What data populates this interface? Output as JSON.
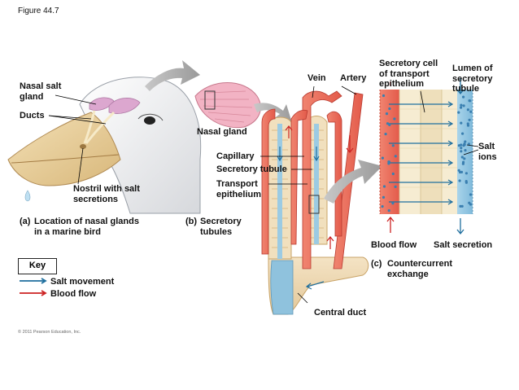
{
  "figure_label": "Figure 44.7",
  "panel_a": {
    "letter": "(a)",
    "title": "Location of nasal glands\nin a marine bird",
    "nasal_salt_gland": "Nasal salt\ngland",
    "ducts": "Ducts",
    "nostril": "Nostril with salt\nsecretions"
  },
  "panel_b": {
    "letter": "(b)",
    "title": "Secretory\ntubules",
    "nasal_gland": "Nasal gland",
    "vein": "Vein",
    "artery": "Artery",
    "capillary": "Capillary",
    "secretory_tubule": "Secretory tubule",
    "transport_epithelium": "Transport\nepithelium",
    "central_duct": "Central duct"
  },
  "panel_c": {
    "letter": "(c)",
    "title": "Countercurrent\nexchange",
    "secretory_cell": "Secretory cell\nof transport\nepithelium",
    "lumen": "Lumen of\nsecretory\ntubule",
    "salt_ions": "Salt\nions",
    "blood_flow": "Blood flow",
    "salt_secretion": "Salt secretion"
  },
  "key": {
    "title": "Key",
    "salt_movement": "Salt movement",
    "blood_flow": "Blood flow",
    "salt_color": "#1f6f9e",
    "blood_color": "#cc2222"
  },
  "copyright": "© 2011 Pearson Education, Inc."
}
